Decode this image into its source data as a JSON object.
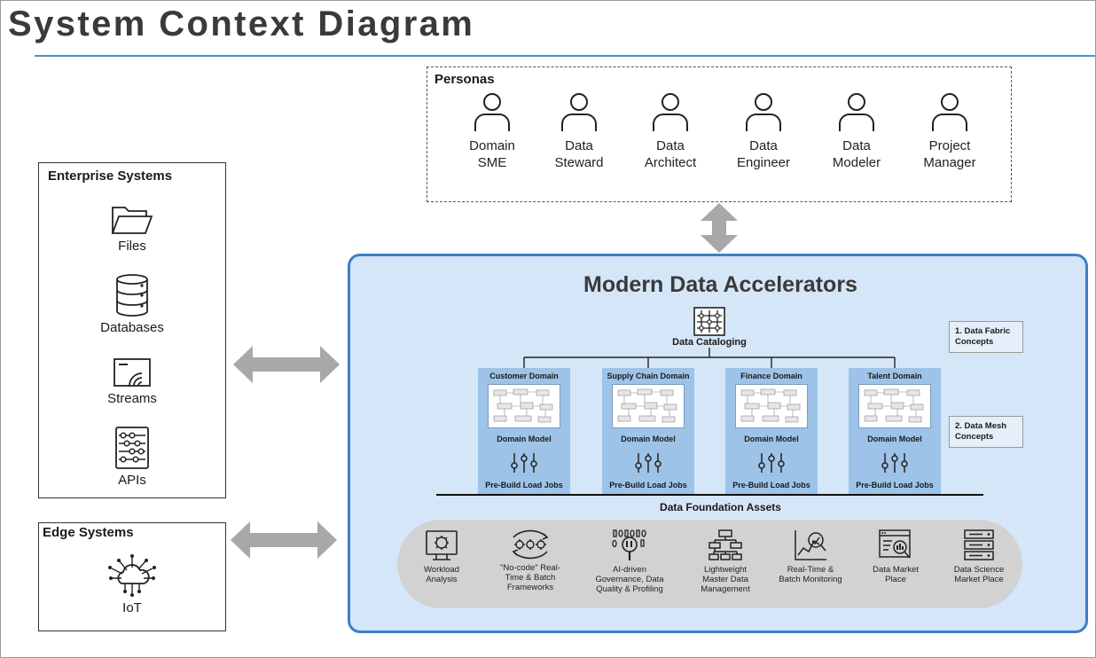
{
  "title": "System Context Diagram",
  "personas": {
    "title": "Personas",
    "items": [
      {
        "label": "Domain\nSME",
        "icon": "person-icon"
      },
      {
        "label": "Data\nSteward",
        "icon": "person-icon"
      },
      {
        "label": "Data\nArchitect",
        "icon": "person-icon"
      },
      {
        "label": "Data\nEngineer",
        "icon": "person-icon"
      },
      {
        "label": "Data\nModeler",
        "icon": "person-icon"
      },
      {
        "label": "Project\nManager",
        "icon": "person-icon"
      }
    ]
  },
  "enterprise": {
    "title": "Enterprise Systems",
    "items": [
      {
        "label": "Files",
        "icon": "folder-icon"
      },
      {
        "label": "Databases",
        "icon": "database-icon"
      },
      {
        "label": "Streams",
        "icon": "stream-icon"
      },
      {
        "label": "APIs",
        "icon": "api-icon"
      }
    ]
  },
  "edge": {
    "title": "Edge Systems",
    "items": [
      {
        "label": "IoT",
        "icon": "cloud-network-icon"
      }
    ]
  },
  "accelerators": {
    "title": "Modern Data Accelerators",
    "cataloging": "Data Cataloging",
    "concepts": [
      "1. Data Fabric\nConcepts",
      "2. Data Mesh\nConcepts"
    ],
    "domains": [
      {
        "name": "Customer Domain",
        "model": "Domain Model",
        "jobs": "Pre-Build Load Jobs"
      },
      {
        "name": "Supply Chain Domain",
        "model": "Domain Model",
        "jobs": "Pre-Build Load Jobs"
      },
      {
        "name": "Finance Domain",
        "model": "Domain Model",
        "jobs": "Pre-Build Load Jobs"
      },
      {
        "name": "Talent Domain",
        "model": "Domain Model",
        "jobs": "Pre-Build Load Jobs"
      }
    ],
    "foundation": "Data Foundation Assets",
    "assets": [
      {
        "label": "Workload\nAnalysis",
        "icon": "workload-icon"
      },
      {
        "label": "\"No-code\" Real-\nTime & Batch\nFrameworks",
        "icon": "cycle-gears-icon"
      },
      {
        "label": "AI-driven\nGovernance, Data\nQuality & Profiling",
        "icon": "binary-magnifier-icon"
      },
      {
        "label": "Lightweight\nMaster Data\nManagement",
        "icon": "hierarchy-icon"
      },
      {
        "label": "Real-Time &\nBatch Monitoring",
        "icon": "monitoring-icon"
      },
      {
        "label": "Data Market\nPlace",
        "icon": "dashboard-search-icon"
      },
      {
        "label": "Data Science\nMarket Place",
        "icon": "server-stack-icon"
      }
    ]
  },
  "colors": {
    "accent": "#3d7fc8",
    "container_fill": "#d5e6f8",
    "domain_fill": "#9ec3e8",
    "pill_fill": "#d2d2d2",
    "arrow": "#a8a8a8"
  }
}
